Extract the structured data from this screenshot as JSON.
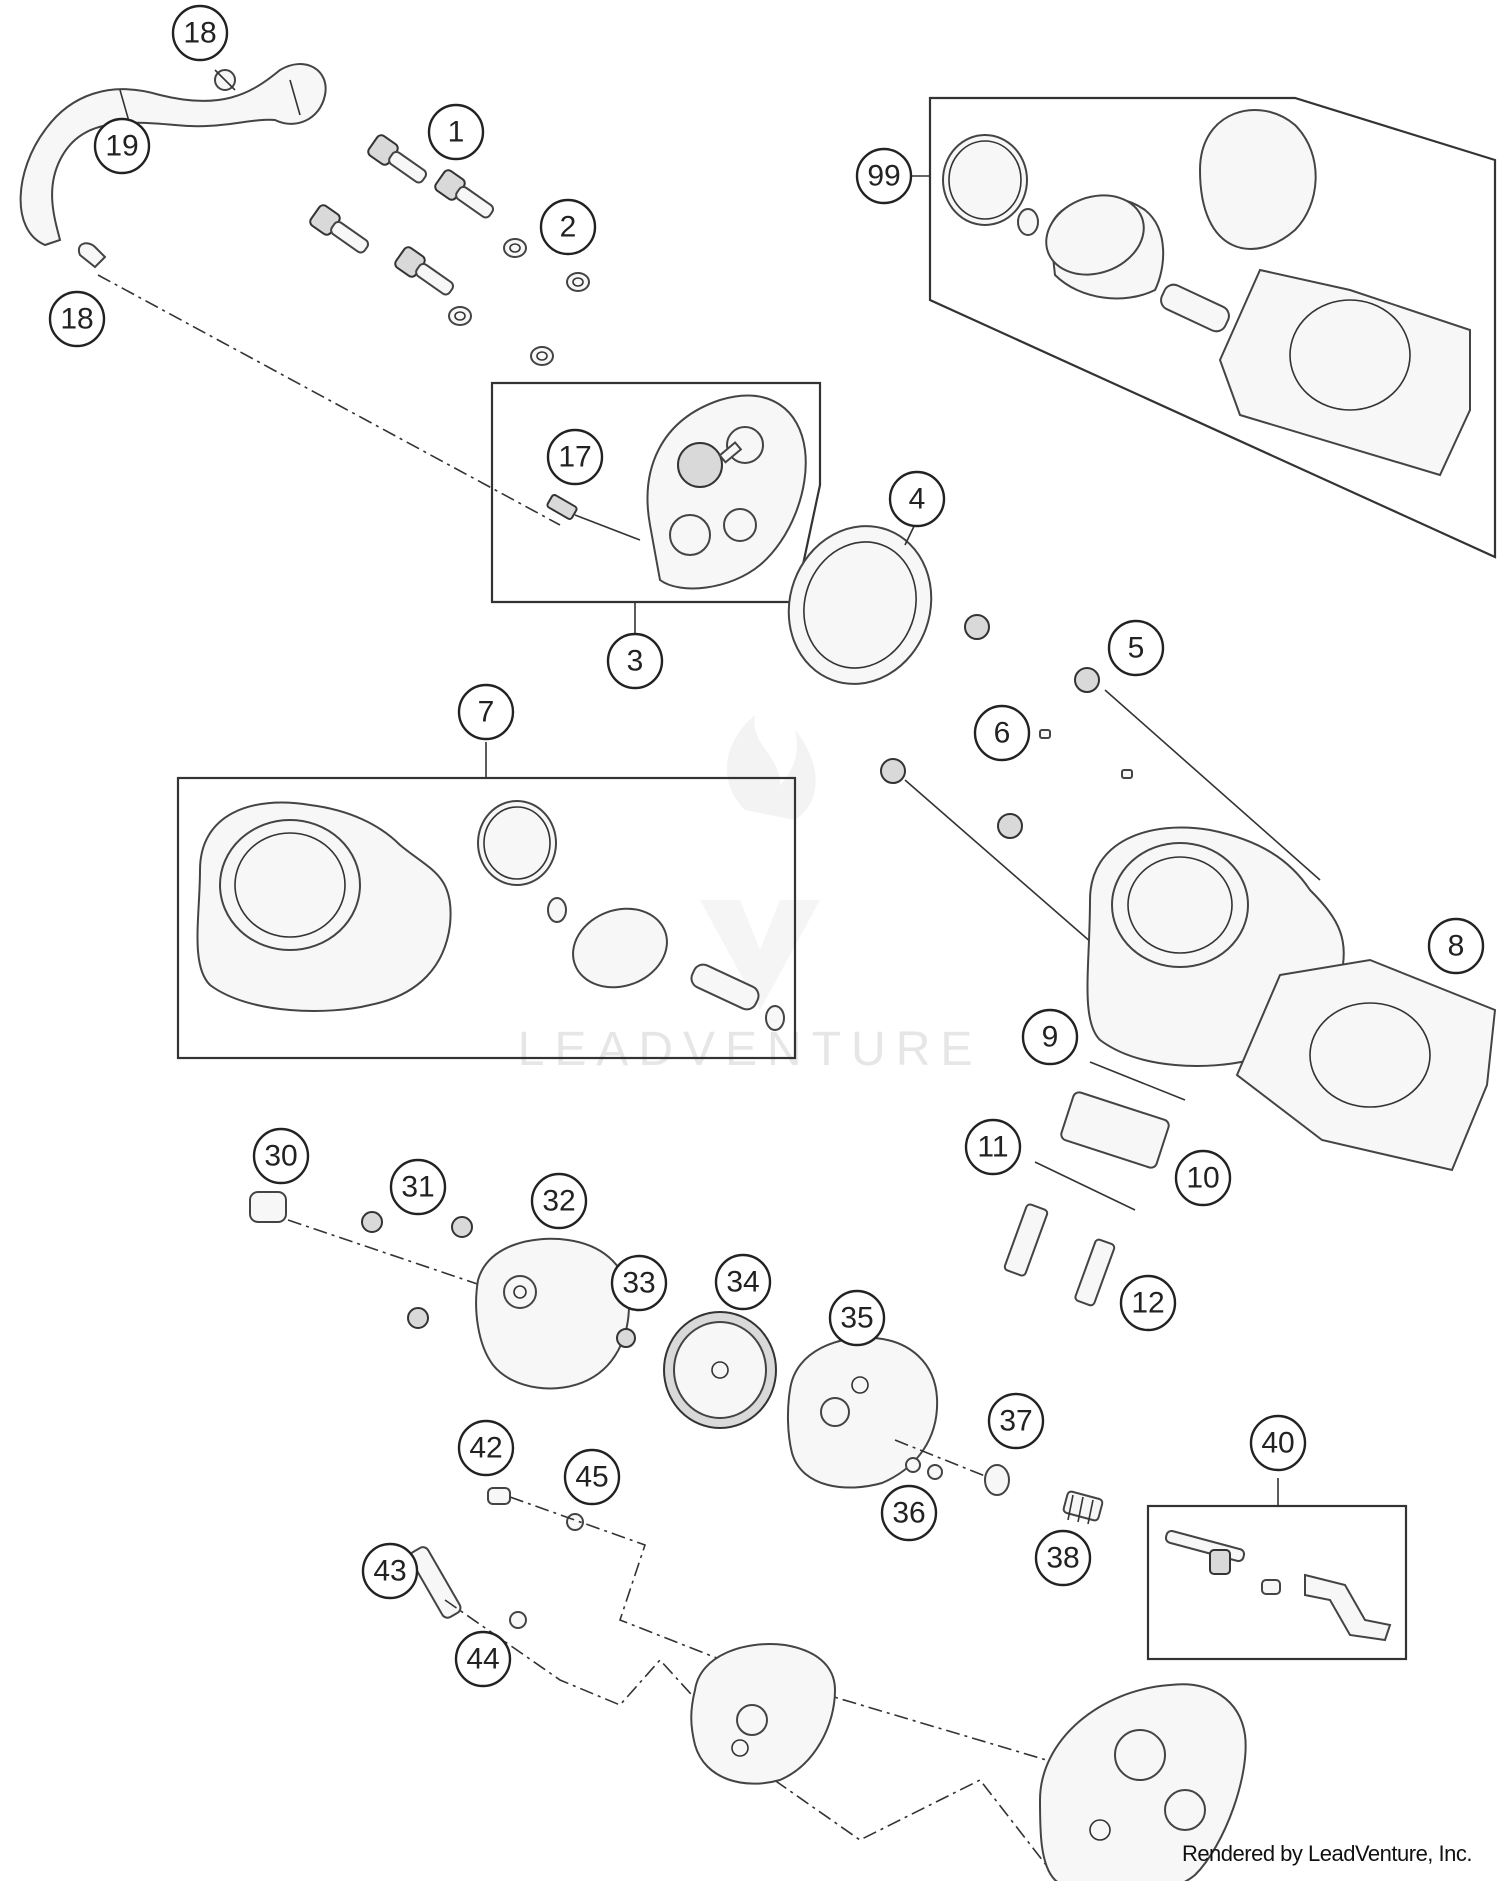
{
  "callouts": [
    "18",
    "19",
    "1",
    "2",
    "18",
    "17",
    "3",
    "4",
    "99",
    "5",
    "6",
    "7",
    "8",
    "9",
    "10",
    "11",
    "12",
    "30",
    "31",
    "32",
    "33",
    "34",
    "35",
    "36",
    "37",
    "38",
    "40",
    "42",
    "45",
    "43",
    "44"
  ],
  "credit": "Rendered by LeadVenture, Inc.",
  "watermark": "LEADVENTURE",
  "colors": {
    "line": "#333333",
    "part_fill": "#f7f7f7",
    "watermark": "#e6e6e6"
  }
}
